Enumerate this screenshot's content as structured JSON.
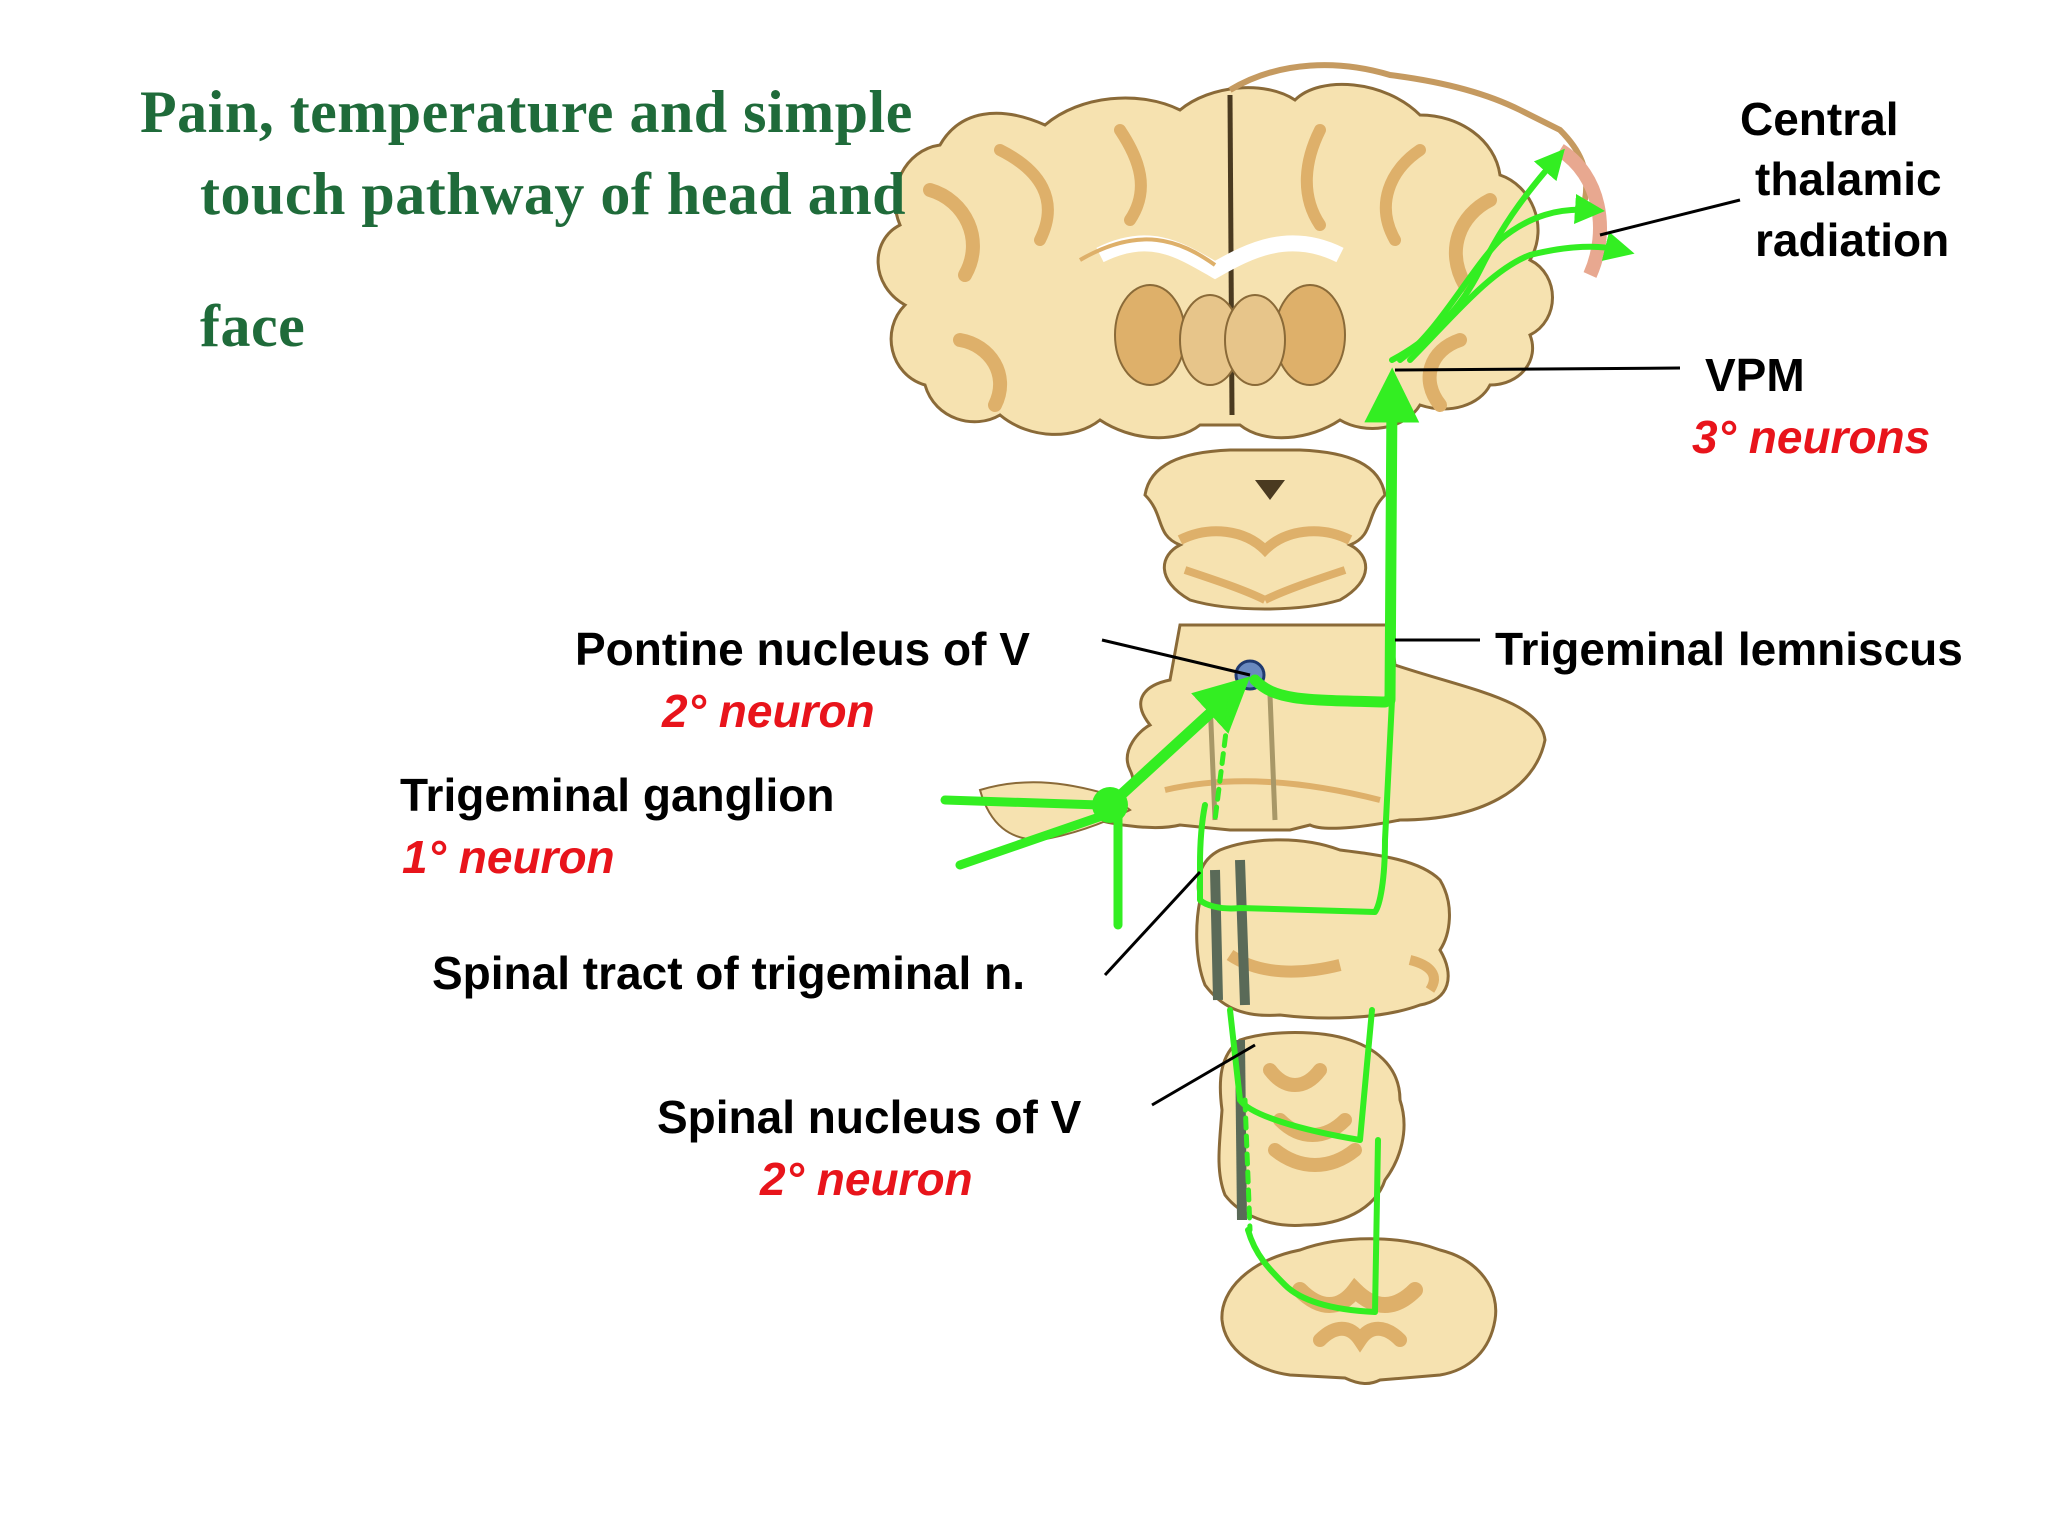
{
  "title": {
    "line1": "Pain, temperature and simple",
    "line2": "touch pathway of head and",
    "line3": "face"
  },
  "labels": {
    "central_line1": "Central",
    "central_line2": "thalamic",
    "central_line3": "radiation",
    "vpm": "VPM",
    "vpm_neurons": "3° neurons",
    "pontine": "Pontine nucleus of  V",
    "pontine_neuron": "2° neuron",
    "trigeminal_lemniscus": "Trigeminal lemniscus",
    "ganglion": "Trigeminal ganglion",
    "ganglion_neuron": "1° neuron",
    "spinal_tract": "Spinal tract of trigeminal n.",
    "spinal_nucleus": "Spinal nucleus of  V",
    "spinal_nucleus_neuron": "2° neuron"
  },
  "colors": {
    "title": "#1f6b3a",
    "label": "#000000",
    "neuron_label": "#e8141b",
    "pathway": "#33ee22",
    "tissue": "#f6e2b0",
    "gray_matter": "#deb06a",
    "outline": "#8a6a38"
  }
}
